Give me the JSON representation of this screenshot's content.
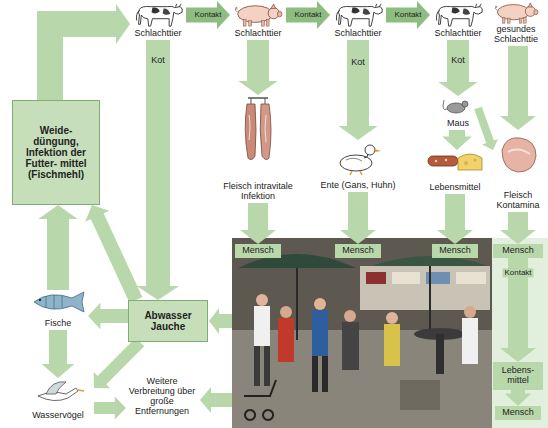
{
  "diagram": {
    "nodes": [
      {
        "text": [
          "Schlachttier"
        ]
      },
      {
        "text": [
          "Schlachttier"
        ]
      },
      {
        "text": [
          "Schlachttier"
        ]
      },
      {
        "text": [
          "Schlachttier"
        ]
      },
      {
        "text": [
          "gesundes Schlachttie"
        ]
      },
      {
        "text": [
          "Fleisch intravitale Infektion"
        ]
      },
      {
        "text": [
          "Ente (Gans, Huhn)"
        ]
      },
      {
        "text": [
          "Maus"
        ]
      },
      {
        "text": [
          "Lebensmittel"
        ]
      },
      {
        "text": [
          "Fleisch Kontamina"
        ]
      },
      {
        "text": [
          "Weide- düngung, Infektion der Futter- mittel (Fischmehl)"
        ]
      },
      {
        "text": [
          "Abwasser Jauche"
        ]
      },
      {
        "text": [
          "Mensch"
        ]
      },
      {
        "text": [
          "Mensch"
        ]
      },
      {
        "text": [
          "Mensch"
        ]
      },
      {
        "text": [
          "Mensch"
        ]
      },
      {
        "text": [
          "Lebens- mittel"
        ]
      },
      {
        "text": [
          "Mensch"
        ]
      },
      {
        "text": [
          "Fische"
        ]
      },
      {
        "text": [
          "Wasservögel"
        ]
      },
      {
        "text": [
          "Weitere Verbreitung über große Entfernungen"
        ]
      }
    ],
    "edges": [
      {
        "from": 0,
        "to": 1,
        "label": "Kontakt",
        "arrow": "to"
      },
      {
        "from": 1,
        "to": 2,
        "label": "Kontakt",
        "arrow": "to"
      },
      {
        "from": 2,
        "to": 3,
        "label": "Kontakt",
        "arrow": "to"
      },
      {
        "from": 10,
        "to": 0,
        "arrow": "to"
      },
      {
        "from": 0,
        "to": 11,
        "label": "Kot",
        "arrow": "to"
      },
      {
        "from": 1,
        "to": 5,
        "arrow": "to"
      },
      {
        "from": 2,
        "to": 6,
        "label": "Kot",
        "arrow": "to"
      },
      {
        "from": 3,
        "to": 7,
        "label": "Kot",
        "arrow": "to"
      },
      {
        "from": 7,
        "to": 8,
        "arrow": "to"
      },
      {
        "from": 7,
        "to": 9,
        "arrow": "to"
      },
      {
        "from": 4,
        "to": 9,
        "arrow": "to"
      },
      {
        "from": 5,
        "to": 12,
        "arrow": "to"
      },
      {
        "from": 6,
        "to": 13,
        "arrow": "to"
      },
      {
        "from": 8,
        "to": 14,
        "arrow": "to"
      },
      {
        "from": 9,
        "to": 15,
        "arrow": "to"
      },
      {
        "from": 15,
        "to": 16,
        "label": "Kontakt",
        "arrow": "to"
      },
      {
        "from": 16,
        "to": 17,
        "arrow": "to"
      },
      {
        "from": 11,
        "to": 18,
        "arrow": "to"
      },
      {
        "from": 18,
        "to": 10,
        "arrow": "to"
      },
      {
        "from": 11,
        "to": 10,
        "arrow": "to"
      },
      {
        "from": 18,
        "to": 19,
        "arrow": "to"
      },
      {
        "from": 11,
        "to": 19,
        "arrow": "to"
      },
      {
        "from": 19,
        "to": 20,
        "arrow": "to"
      }
    ]
  }
}
